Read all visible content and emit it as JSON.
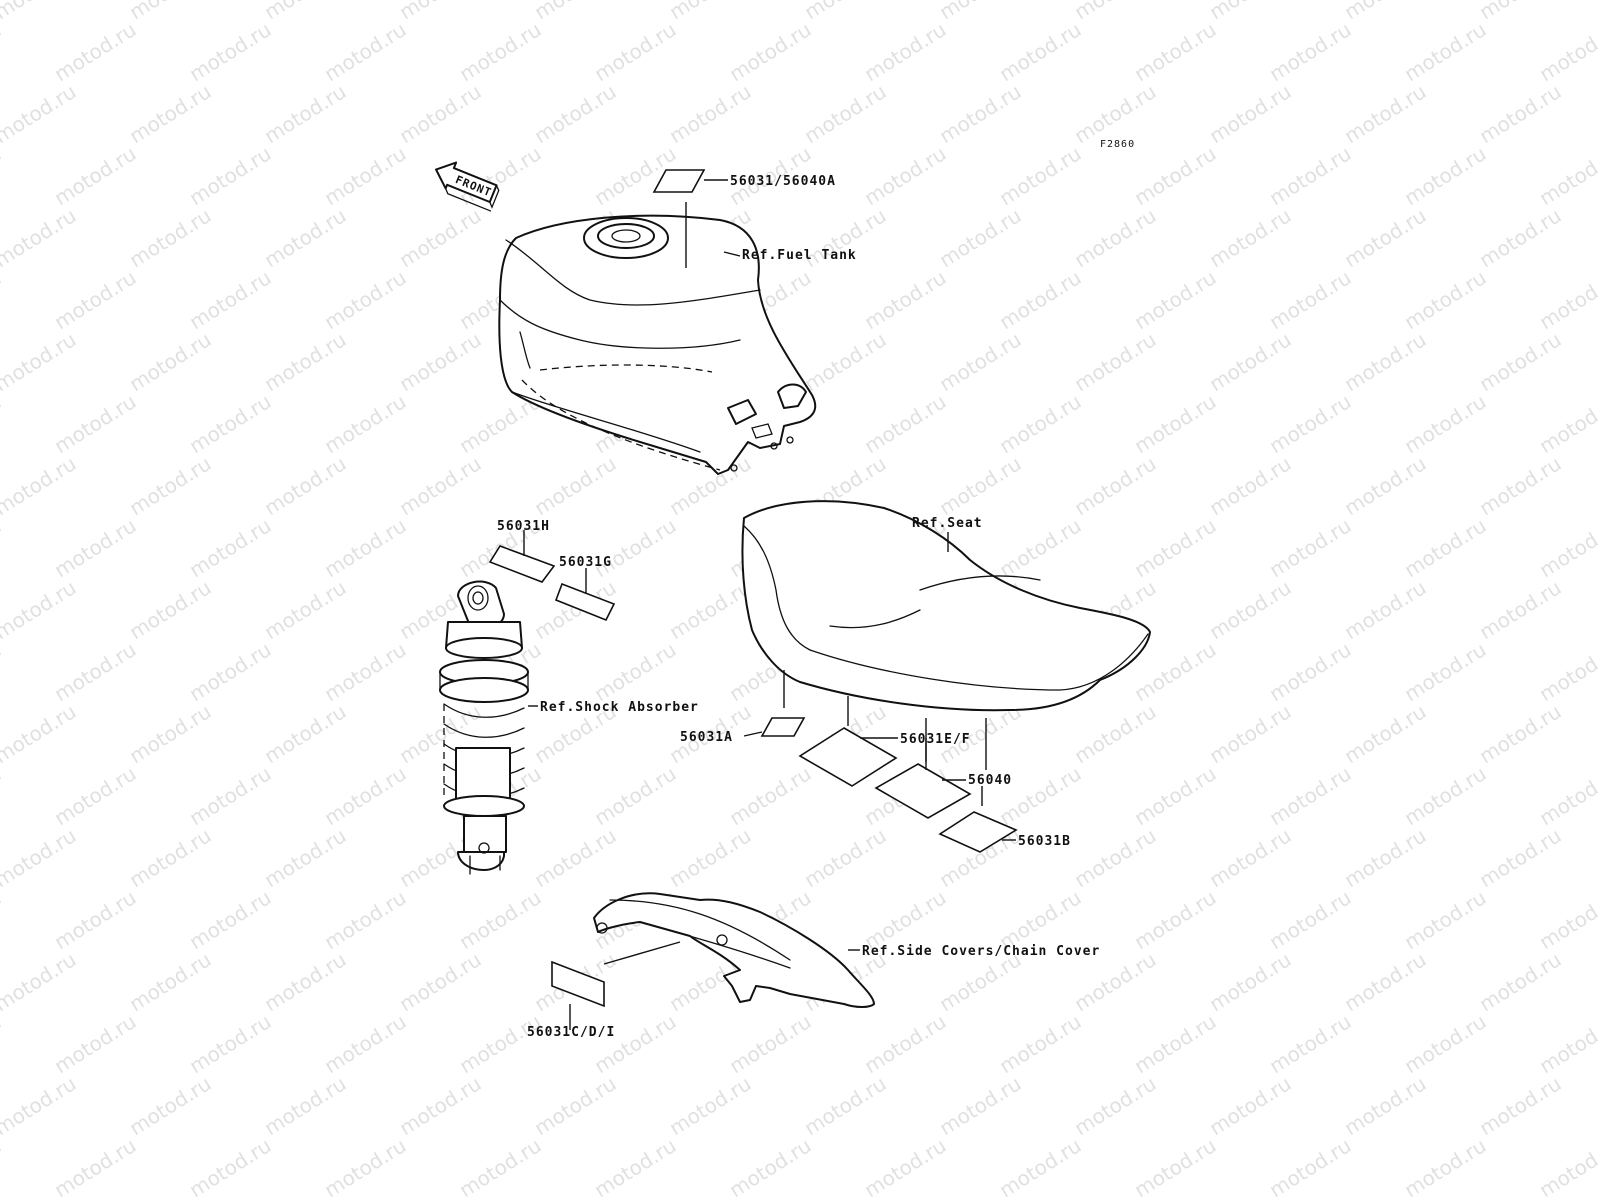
{
  "figure_code": "F2860",
  "watermark": "motod.ru",
  "front_marker": "FRONT",
  "callouts": {
    "p56031_56040A": "56031/56040A",
    "ref_fuel_tank": "Ref.Fuel Tank",
    "p56031H": "56031H",
    "p56031G": "56031G",
    "ref_seat": "Ref.Seat",
    "ref_shock": "Ref.Shock Absorber",
    "p56031A": "56031A",
    "p56031EF": "56031E/F",
    "p56040": "56040",
    "p56031B": "56031B",
    "ref_side_covers": "Ref.Side Covers/Chain Cover",
    "p56031CDI": "56031C/D/I"
  }
}
